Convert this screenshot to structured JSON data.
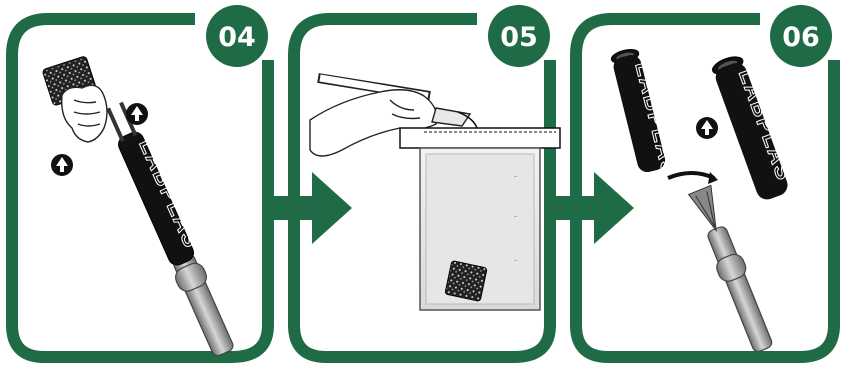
{
  "colors": {
    "frame_green": "#1e6b45",
    "badge_green": "#1e6b45",
    "handle_black": "#111111",
    "pole_grey": "#9a9a9a"
  },
  "steps": [
    {
      "number": "04",
      "brand": "LABPLAS"
    },
    {
      "number": "05",
      "bag_markings": [
        "—",
        "—",
        "—"
      ]
    },
    {
      "number": "06",
      "brand_left": "LABPLAS",
      "brand_right": "LABPLAS"
    }
  ],
  "icons": [
    "up-arrow-icon",
    "rotate-icon",
    "right-arrow-icon",
    "hand-icon"
  ]
}
